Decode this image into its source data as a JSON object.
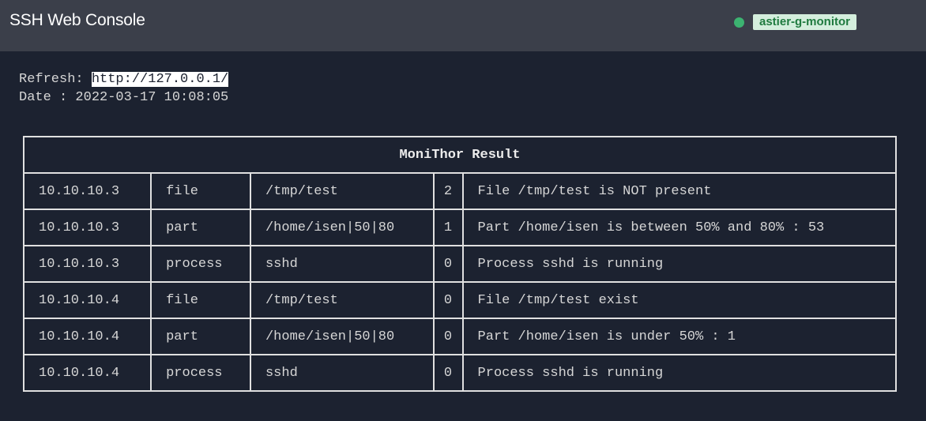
{
  "header": {
    "title": "SSH Web Console",
    "host_badge": "astier-g-monitor",
    "status_color": "#3cb371"
  },
  "console": {
    "refresh_label": "Refresh: ",
    "refresh_url": "http://127.0.0.1/",
    "date_label": "Date : ",
    "date_value": "2022-03-17 10:08:05"
  },
  "table": {
    "title": "MoniThor Result",
    "rows": [
      {
        "ip": "10.10.10.3",
        "type": "file",
        "target": "/tmp/test",
        "code": "2",
        "message": "File /tmp/test is NOT present"
      },
      {
        "ip": "10.10.10.3",
        "type": "part",
        "target": "/home/isen|50|80",
        "code": "1",
        "message": "Part /home/isen is between 50% and 80% : 53"
      },
      {
        "ip": "10.10.10.3",
        "type": "process",
        "target": "sshd",
        "code": "0",
        "message": "Process sshd is running"
      },
      {
        "ip": "10.10.10.4",
        "type": "file",
        "target": "/tmp/test",
        "code": "0",
        "message": "File /tmp/test exist"
      },
      {
        "ip": "10.10.10.4",
        "type": "part",
        "target": "/home/isen|50|80",
        "code": "0",
        "message": "Part /home/isen is under 50% : 1"
      },
      {
        "ip": "10.10.10.4",
        "type": "process",
        "target": "sshd",
        "code": "0",
        "message": "Process sshd is running"
      }
    ]
  }
}
